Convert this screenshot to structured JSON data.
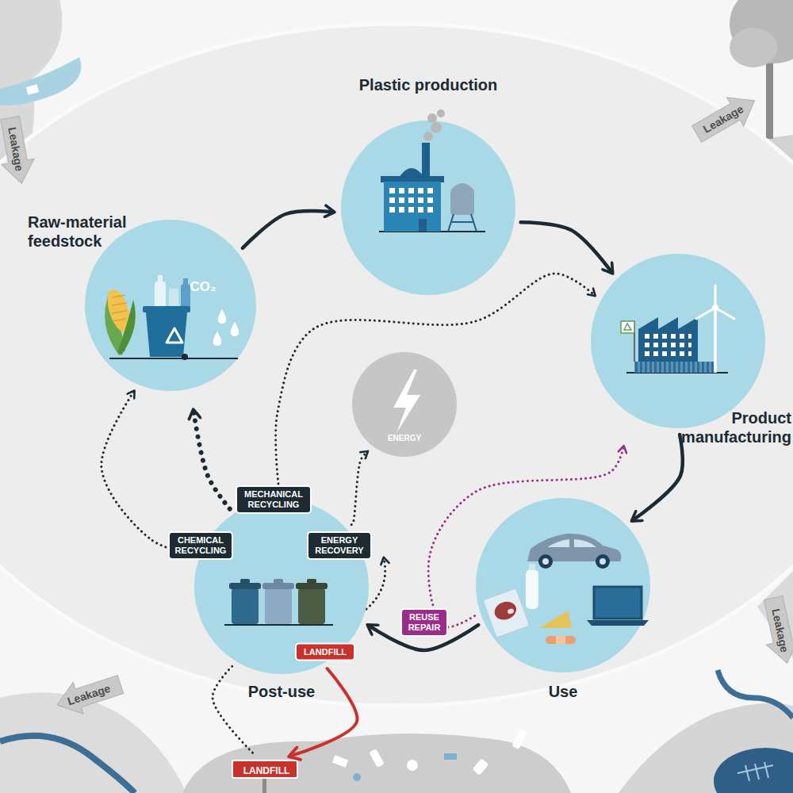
{
  "diagram": {
    "nodes": [
      {
        "text": [
          "Raw-material feedstock"
        ]
      },
      {
        "text": [
          "Plastic production"
        ]
      },
      {
        "text": [
          "Product manufacturing"
        ]
      },
      {
        "text": [
          "Use"
        ]
      },
      {
        "text": [
          "Post-use"
        ]
      },
      {
        "text": [
          "ENERGY"
        ]
      },
      {
        "text": [
          "LANDFILL"
        ]
      }
    ],
    "edges": [
      {
        "from": 0,
        "to": 1,
        "arrow": "to"
      },
      {
        "from": 1,
        "to": 2,
        "arrow": "to"
      },
      {
        "from": 2,
        "to": 3,
        "arrow": "to"
      },
      {
        "from": 3,
        "to": 4,
        "arrow": "to"
      },
      {
        "from": 4,
        "to": 0,
        "label": "CHEMICAL RECYCLING",
        "arrow": "to"
      },
      {
        "from": 4,
        "to": 0,
        "label": "MECHANICAL RECYCLING",
        "arrow": "to"
      },
      {
        "from": 4,
        "to": 2,
        "arrow": "to"
      },
      {
        "from": 4,
        "to": 5,
        "label": "ENERGY RECOVERY",
        "arrow": "to"
      },
      {
        "from": 3,
        "to": 2,
        "label": "REUSE REPAIR",
        "arrow": "to"
      },
      {
        "from": 4,
        "to": 6,
        "label": "LANDFILL",
        "arrow": "to"
      },
      {
        "from": 4,
        "to": 6,
        "arrow": "none"
      }
    ],
    "labels": [
      "CO₂",
      "Leakage",
      "Leakage",
      "Leakage",
      "Leakage"
    ]
  }
}
